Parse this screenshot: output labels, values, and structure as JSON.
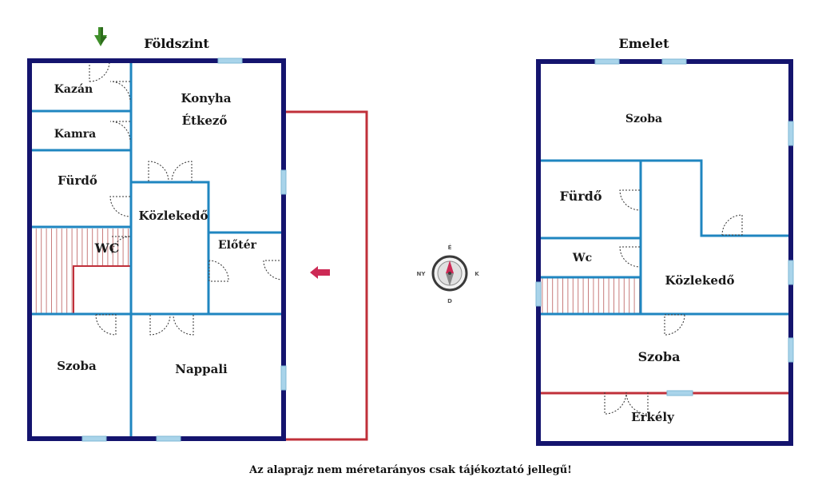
{
  "titles": {
    "ground_floor": "Földszint",
    "upper_floor": "Emelet"
  },
  "ground_rooms": {
    "kazan": "Kazán",
    "kamra": "Kamra",
    "konyha": "Konyha",
    "etkezo": "Étkező",
    "furdo": "Fürdő",
    "kozlekedo": "Közlekedő",
    "wc": "WC",
    "eloter": "Előtér",
    "szoba": "Szoba",
    "nappali": "Nappali"
  },
  "upper_rooms": {
    "szoba_top": "Szoba",
    "furdo": "Fürdő",
    "wc": "Wc",
    "kozlekedo": "Közlekedő",
    "szoba_bottom": "Szoba",
    "erkely": "Erkély"
  },
  "compass": {
    "north": "É",
    "south": "D",
    "east": "K",
    "west": "NY"
  },
  "disclaimer": "Az alaprajz nem méretarányos csak tájékoztató jellegű!",
  "colors": {
    "outer_wall": "#14146e",
    "inner_wall": "#1f86c0",
    "window": "#a9d4ea",
    "terrace": "#c0303a",
    "stairs": "#c77a7a",
    "entrance_arrow": "#cc2a55",
    "entry_marker": "#3f8f2a",
    "compass_north": "#cc2a55",
    "compass_ring": "#3a3a3a"
  },
  "icons": [
    "entry-arrow-icon",
    "entrance-arrow-icon",
    "compass-icon"
  ]
}
